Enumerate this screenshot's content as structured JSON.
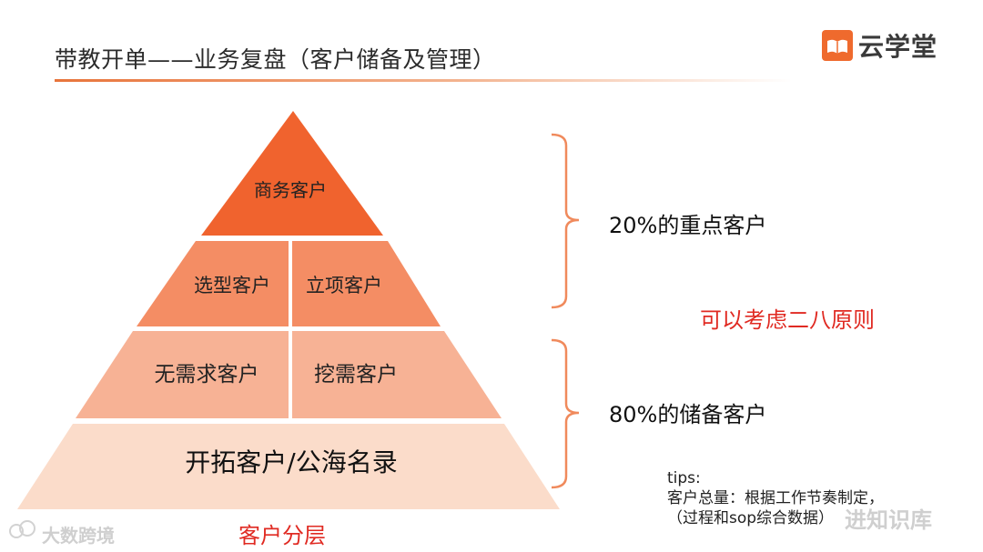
{
  "header": {
    "title": "带教开单——业务复盘（客户储备及管理）",
    "brand_name": "云学堂"
  },
  "pyramid": {
    "top": "商务客户",
    "tier2": [
      "选型客户",
      "立项客户"
    ],
    "tier3": [
      "无需求客户",
      "挖需客户"
    ],
    "base": "开拓客户/公海名录",
    "caption": "客户分层"
  },
  "groups": [
    {
      "label": "20%的重点客户"
    },
    {
      "label": "80%的储备客户"
    }
  ],
  "rule": "可以考虑二八原则",
  "tips": {
    "heading": "tips:",
    "line1": "客户总量：根据工作节奏制定，",
    "line2": "（过程和sop综合数据）"
  },
  "watermarks": {
    "left": "大数跨境",
    "right": "进知识库"
  },
  "colors": {
    "tier1": "#f0632e",
    "tier2": "#f48d64",
    "tier3": "#f7b295",
    "tier4": "#fbdcca",
    "bracket": "#f08a5c",
    "accent_red": "#e02a22"
  },
  "icons": {
    "brand": "book-logo-icon",
    "watermark": "chat-bubble-icon"
  }
}
